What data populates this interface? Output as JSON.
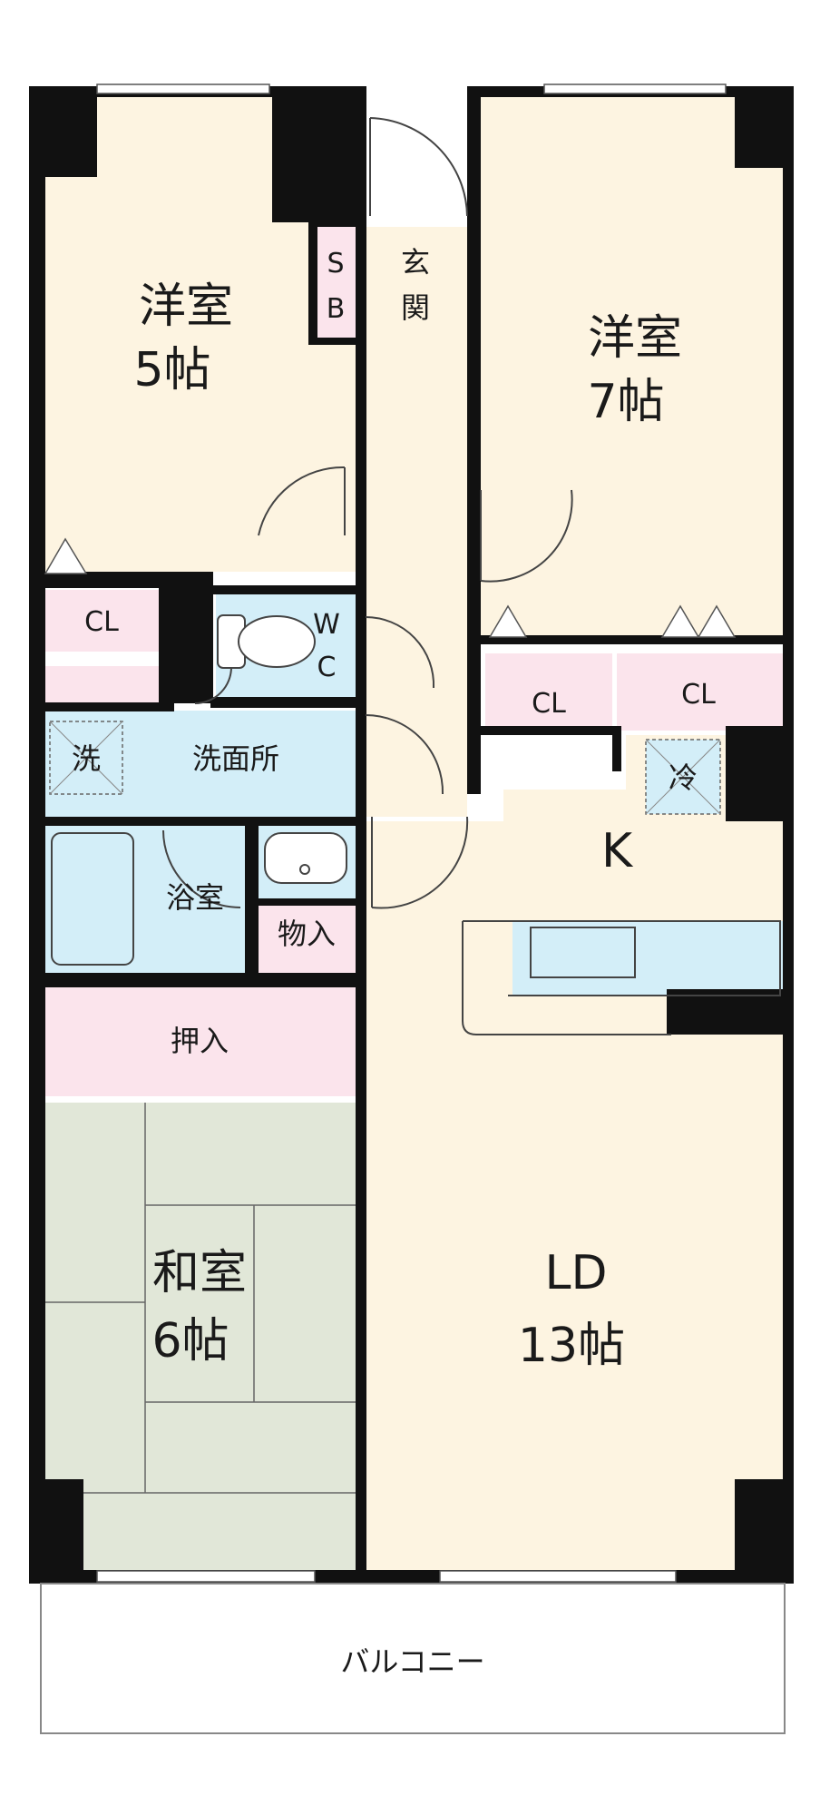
{
  "colors": {
    "wall": "#111111",
    "western_room": "#fdf4e1",
    "ldk": "#fdf4e1",
    "closet": "#fbe4ec",
    "water": "#d3eef8",
    "tatami": "#e1e7d8",
    "balcony": "#ffffff"
  },
  "rooms": {
    "western_5": {
      "name": "洋室",
      "size": "5帖"
    },
    "western_7": {
      "name": "洋室",
      "size": "7帖"
    },
    "japanese_6": {
      "name": "和室",
      "size": "6帖"
    },
    "ld": {
      "name": "LD",
      "size": "13帖"
    },
    "kitchen": {
      "name": "K"
    },
    "entrance": {
      "line1": "玄",
      "line2": "関"
    },
    "shoe_box": {
      "line1": "S",
      "line2": "B"
    },
    "wc": {
      "line1": "W",
      "line2": "C"
    },
    "closet_left": "CL",
    "closet_right_a": "CL",
    "closet_right_b": "CL",
    "washroom": "洗面所",
    "washer": "洗",
    "bathroom": "浴室",
    "storage": "物入",
    "oshiire": "押入",
    "fridge": "冷",
    "balcony": "バルコニー"
  }
}
